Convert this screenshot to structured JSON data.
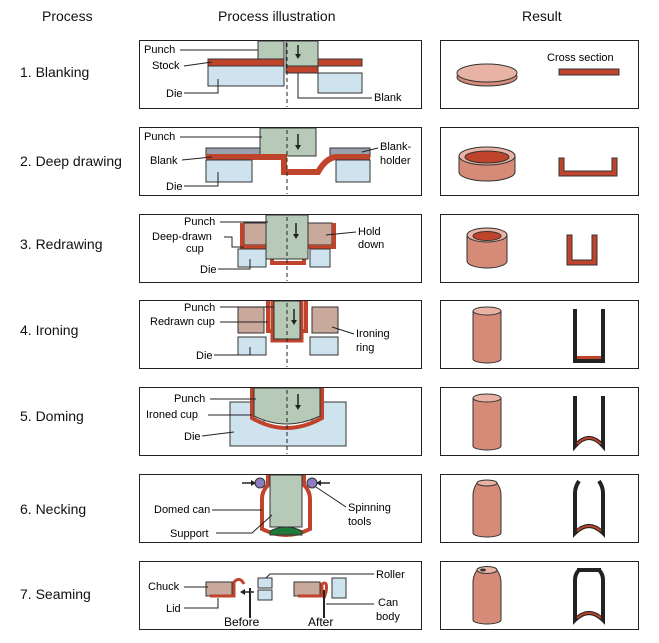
{
  "headers": {
    "process": "Process",
    "illustration": "Process illustration",
    "result": "Result"
  },
  "processes": [
    {
      "label": "1. Blanking",
      "parts": {
        "punch": "Punch",
        "stock": "Stock",
        "die": "Die",
        "blank": "Blank"
      },
      "result_note": "Cross section"
    },
    {
      "label": "2. Deep drawing",
      "parts": {
        "punch": "Punch",
        "blank": "Blank",
        "die": "Die",
        "holder1": "Blank-",
        "holder2": "holder"
      }
    },
    {
      "label": "3. Redrawing",
      "parts": {
        "punch": "Punch",
        "cup1": "Deep-drawn",
        "cup2": "cup",
        "die": "Die",
        "hold1": "Hold",
        "hold2": "down"
      }
    },
    {
      "label": "4. Ironing",
      "parts": {
        "punch": "Punch",
        "cup": "Redrawn cup",
        "die": "Die",
        "ring1": "Ironing",
        "ring2": "ring"
      }
    },
    {
      "label": "5. Doming",
      "parts": {
        "punch": "Punch",
        "cup": "Ironed cup",
        "die": "Die"
      }
    },
    {
      "label": "6. Necking",
      "parts": {
        "can": "Domed can",
        "support": "Support",
        "tools1": "Spinning",
        "tools2": "tools"
      }
    },
    {
      "label": "7. Seaming",
      "parts": {
        "chuck": "Chuck",
        "lid": "Lid",
        "before": "Before",
        "after": "After",
        "roller": "Roller",
        "body1": "Can",
        "body2": "body"
      }
    }
  ],
  "colors": {
    "punch": "#b7c9b7",
    "die": "#cfe3ee",
    "metal": "#c0432c",
    "metal_light": "#d68a78",
    "holder": "#9aa3ad",
    "ring": "#c9a99b",
    "support": "#1f7a3a",
    "tool": "#8e7cc3"
  }
}
